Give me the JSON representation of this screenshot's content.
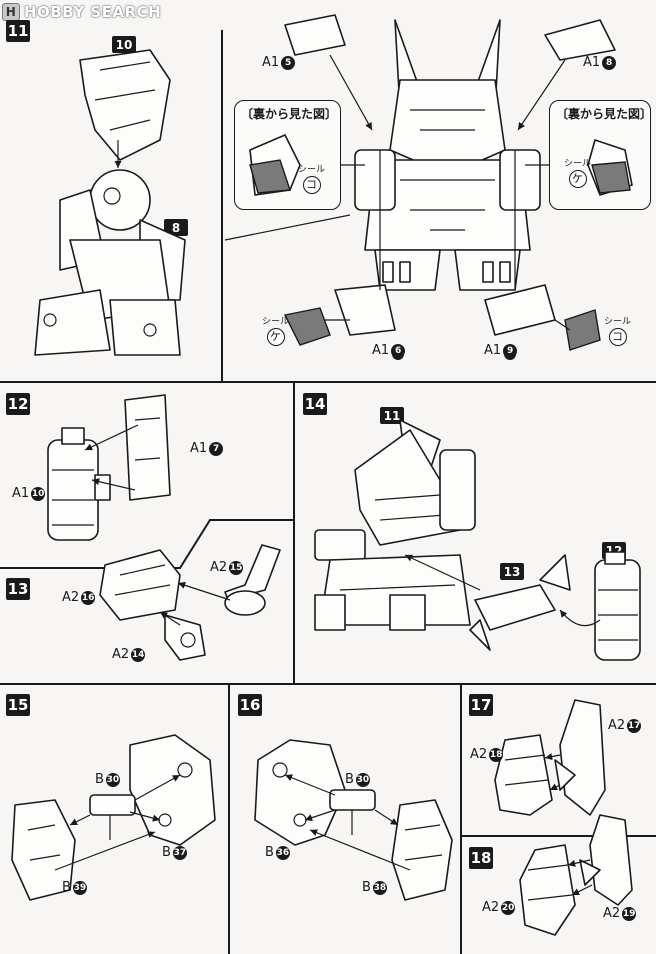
{
  "watermark": {
    "brand": "HOBBY SEARCH",
    "logo_letter": "H"
  },
  "steps": {
    "s11": {
      "num": "11",
      "badges": [
        "10",
        "8"
      ],
      "parts": [
        "A1",
        "A1",
        "A1",
        "A1"
      ],
      "part_nums": [
        "5",
        "8",
        "6",
        "9"
      ],
      "callout_title": "〔裏から見た図〕",
      "seal_label": "シール",
      "seals": [
        "コ",
        "ケ",
        "ケ",
        "コ"
      ]
    },
    "s12": {
      "num": "12",
      "parts": [
        "A1",
        "A1"
      ],
      "part_nums": [
        "7",
        "10"
      ]
    },
    "s13": {
      "num": "13",
      "parts": [
        "A2",
        "A2",
        "A2"
      ],
      "part_nums": [
        "15",
        "16",
        "14"
      ]
    },
    "s14": {
      "num": "14",
      "badges": [
        "11",
        "13",
        "12"
      ]
    },
    "s15": {
      "num": "15",
      "parts": [
        "B",
        "B",
        "B"
      ],
      "part_nums": [
        "30",
        "37",
        "39"
      ]
    },
    "s16": {
      "num": "16",
      "parts": [
        "B",
        "B",
        "B"
      ],
      "part_nums": [
        "30",
        "36",
        "38"
      ]
    },
    "s17": {
      "num": "17",
      "parts": [
        "A2",
        "A2"
      ],
      "part_nums": [
        "17",
        "18"
      ]
    },
    "s18": {
      "num": "18",
      "parts": [
        "A2",
        "A2"
      ],
      "part_nums": [
        "20",
        "19"
      ]
    }
  }
}
